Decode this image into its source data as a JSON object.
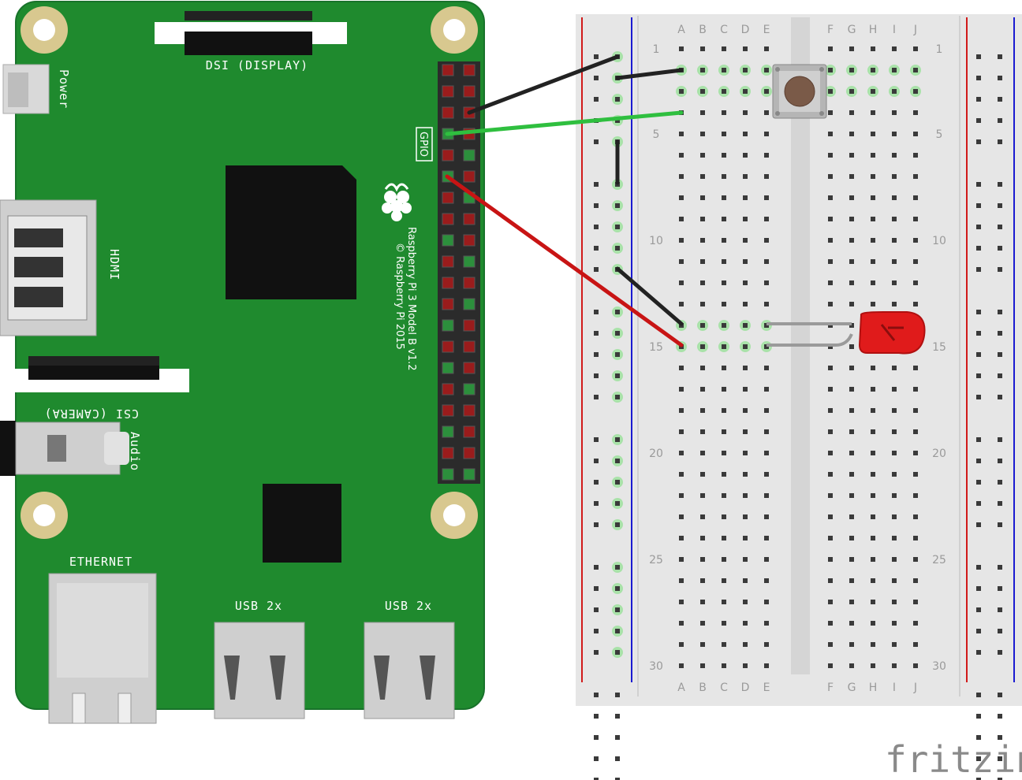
{
  "board": {
    "dsi_label": "DSI (DISPLAY)",
    "power_label": "Power",
    "gpio_label": "GPIO",
    "hdmi_label": "HDMI",
    "csi_label": "CSI (CAMERA)",
    "audio_label": "Audio",
    "model_line1": "Raspberry Pi 3 Model B v1.2",
    "model_line2": "© Raspberry Pi 2015",
    "ethernet_label": "ETHERNET",
    "usb1_label": "USB 2x",
    "usb2_label": "USB 2x",
    "colors": {
      "pcb": "#1f8a2e",
      "hole_ring": "#d8c88f"
    }
  },
  "breadboard": {
    "col_letters_left": [
      "A",
      "B",
      "C",
      "D",
      "E"
    ],
    "col_letters_right": [
      "F",
      "G",
      "H",
      "I",
      "J"
    ],
    "row_numbers": [
      "1",
      "5",
      "10",
      "15",
      "20",
      "25",
      "30"
    ],
    "colors": {
      "body": "#e6e6e6",
      "rail_red": "#d11a1a",
      "rail_blue": "#1a1ad1"
    }
  },
  "wires": [
    {
      "name": "wire-ground-black",
      "color": "#222222"
    },
    {
      "name": "wire-gpio-green",
      "color": "#2fbf3f"
    },
    {
      "name": "wire-gpio-red",
      "color": "#c81414"
    }
  ],
  "components": {
    "button": "push-button",
    "led": {
      "name": "red-led",
      "color": "#e01b1b"
    }
  },
  "brand": {
    "text": "fritzing"
  }
}
